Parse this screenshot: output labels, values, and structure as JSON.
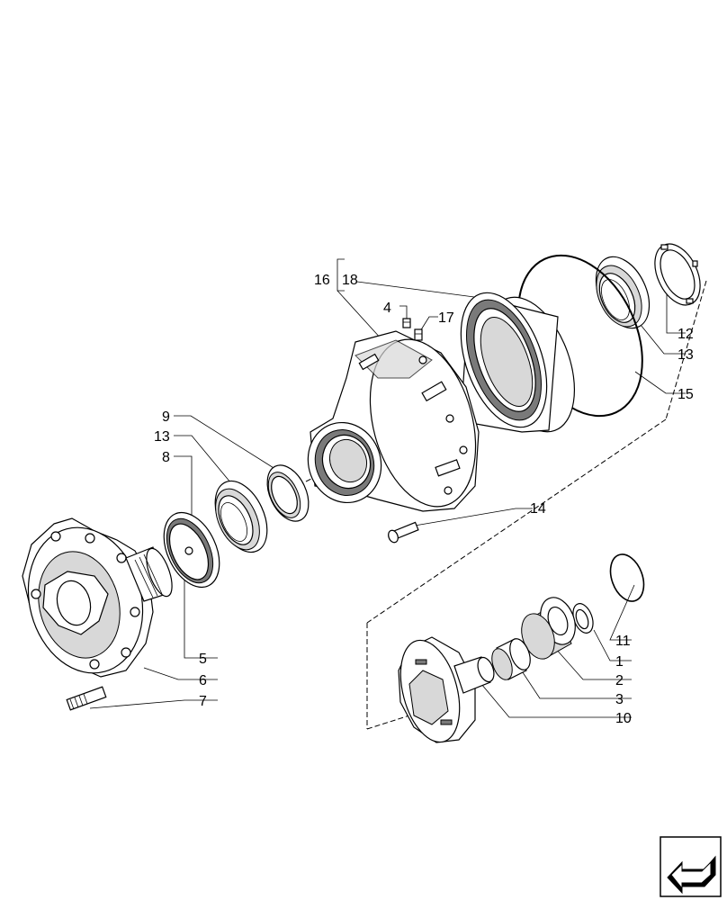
{
  "callouts": [
    {
      "id": "c1",
      "text": "1"
    },
    {
      "id": "c2",
      "text": "2"
    },
    {
      "id": "c3",
      "text": "3"
    },
    {
      "id": "c4",
      "text": "4"
    },
    {
      "id": "c5",
      "text": "5"
    },
    {
      "id": "c6",
      "text": "6"
    },
    {
      "id": "c7",
      "text": "7"
    },
    {
      "id": "c8",
      "text": "8"
    },
    {
      "id": "c9",
      "text": "9"
    },
    {
      "id": "c10",
      "text": "10"
    },
    {
      "id": "c11",
      "text": "11"
    },
    {
      "id": "c12",
      "text": "12"
    },
    {
      "id": "c13a",
      "text": "13"
    },
    {
      "id": "c13b",
      "text": "13"
    },
    {
      "id": "c14",
      "text": "14"
    },
    {
      "id": "c15",
      "text": "15"
    },
    {
      "id": "c16",
      "text": "16"
    },
    {
      "id": "c17",
      "text": "17"
    },
    {
      "id": "c18",
      "text": "18"
    }
  ],
  "nav": {
    "icon": "next-page-arrow-icon"
  }
}
